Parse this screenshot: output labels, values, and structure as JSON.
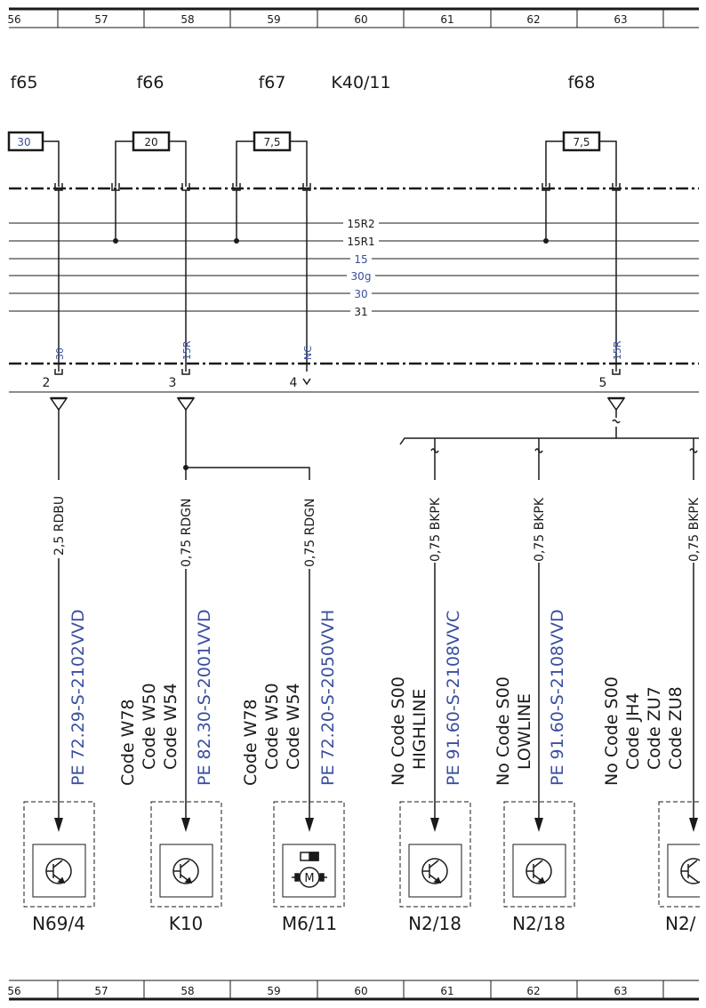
{
  "ruler_top": [
    "56",
    "57",
    "58",
    "59",
    "60",
    "61",
    "62",
    "63"
  ],
  "ruler_bottom": [
    "56",
    "57",
    "58",
    "59",
    "60",
    "61",
    "62",
    "63"
  ],
  "fuse_labels": {
    "f65": "f65",
    "f66": "f66",
    "f67": "f67",
    "k40": "K40/11",
    "f68": "f68"
  },
  "fuse_ratings": {
    "f65": "30",
    "f66": "20",
    "f67": "7,5",
    "f68": "7,5"
  },
  "bus_lines": [
    "15R2",
    "15R1",
    "15",
    "30g",
    "30",
    "31"
  ],
  "connector_labels": {
    "c30": "30",
    "c15r_a": "15R",
    "nc": "NC",
    "c15r_b": "15R"
  },
  "pin_numbers": [
    "2",
    "3",
    "4",
    "5"
  ],
  "wires": [
    "2,5 RDBU",
    "0,75 RDGN",
    "0,75 RDGN",
    "0,75 BKPK",
    "0,75 BKPK",
    "0,75 BKPK"
  ],
  "pe_refs": [
    "PE 72.29-S-2102VVD",
    "PE 82.30-S-2001VVD",
    "PE 72.20-S-2050VVH",
    "PE 91.60-S-2108VVC",
    "PE 91.60-S-2108VVD"
  ],
  "codes": {
    "k10": [
      "Code W78",
      "Code W50",
      "Code W54"
    ],
    "m611": [
      "Code W78",
      "Code W50",
      "Code W54"
    ],
    "n218a": [
      "No Code S00",
      "HIGHLINE"
    ],
    "n218b": [
      "No Code S00",
      "LOWLINE"
    ],
    "n2x": [
      "No Code S00",
      "Code JH4",
      "Code ZU7",
      "Code ZU8"
    ]
  },
  "components": [
    "N69/4",
    "K10",
    "M6/11",
    "N2/18",
    "N2/18",
    "N2/"
  ],
  "colors": {
    "line": "#1a1a1a",
    "reference": "#3a4f9e"
  },
  "icons": [
    "transistor-icon",
    "motor-icon"
  ]
}
